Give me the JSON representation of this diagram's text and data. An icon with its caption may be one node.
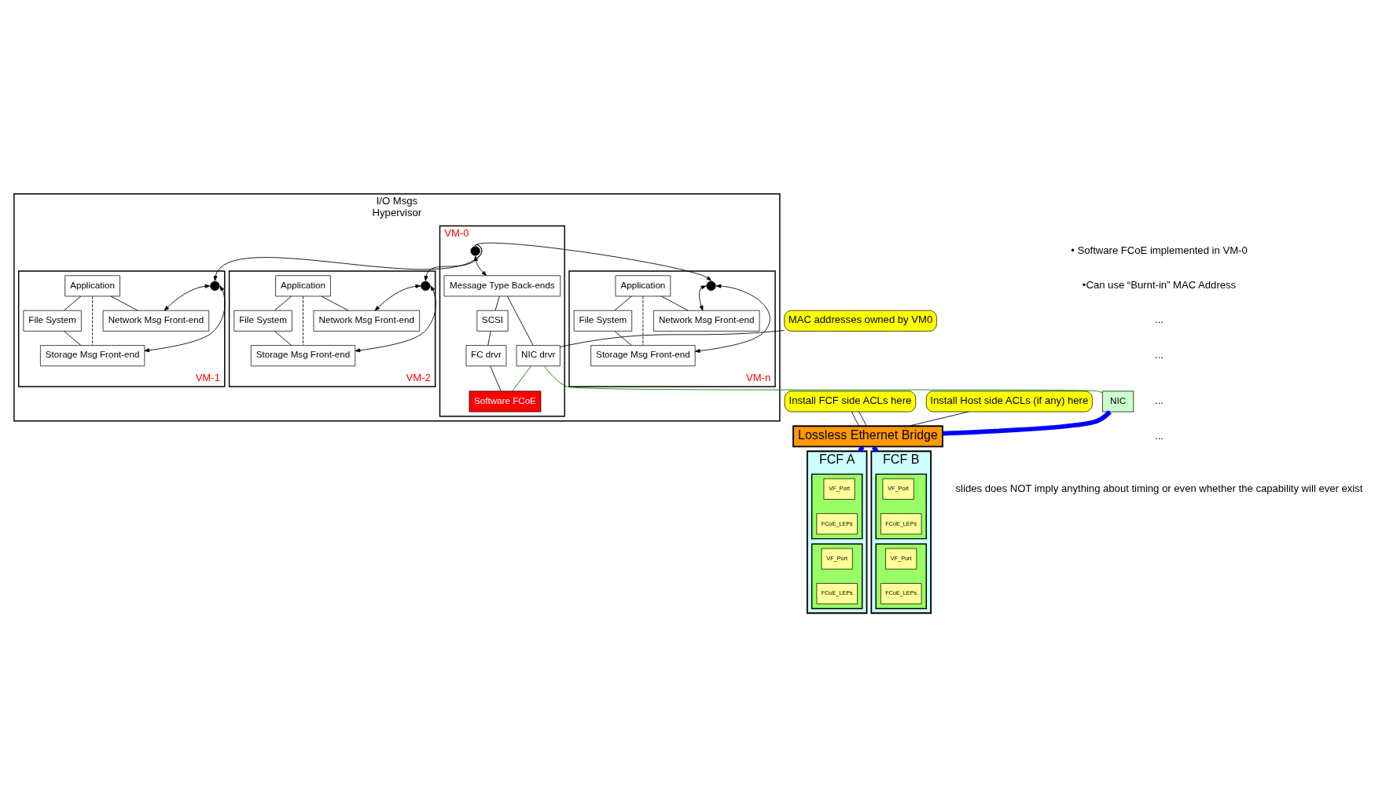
{
  "diagram": {
    "nodes": [
      {
        "text": [
          "I/O Msgs",
          "Hypervisor"
        ]
      },
      {
        "text": [
          "VM-0"
        ],
        "in": 0
      },
      {
        "text": [],
        "shape": "point",
        "in": 1
      },
      {
        "text": [
          "Message Type Back-ends"
        ],
        "in": 1
      },
      {
        "text": [
          "SCSI"
        ],
        "in": 1
      },
      {
        "text": [
          "FC drvr"
        ],
        "in": 1
      },
      {
        "text": [
          "NIC drvr"
        ],
        "in": 1
      },
      {
        "text": [
          "Software FCoE"
        ],
        "in": 1
      },
      {
        "text": [
          "VM-1"
        ],
        "in": 0
      },
      {
        "text": [],
        "shape": "point",
        "in": 8
      },
      {
        "text": [
          "Application"
        ],
        "in": 8
      },
      {
        "text": [
          "File System"
        ],
        "in": 8
      },
      {
        "text": [
          "Network Msg Front-end"
        ],
        "in": 8
      },
      {
        "text": [
          "Storage Msg Front-end"
        ],
        "in": 8
      },
      {
        "text": [
          "VM-2"
        ],
        "in": 0
      },
      {
        "text": [],
        "shape": "point",
        "in": 14
      },
      {
        "text": [
          "Application"
        ],
        "in": 14
      },
      {
        "text": [
          "File System"
        ],
        "in": 14
      },
      {
        "text": [
          "Network Msg Front-end"
        ],
        "in": 14
      },
      {
        "text": [
          "Storage Msg Front-end"
        ],
        "in": 14
      },
      {
        "text": [
          "VM-n"
        ],
        "in": 0
      },
      {
        "text": [],
        "shape": "point",
        "in": 20
      },
      {
        "text": [
          "Application"
        ],
        "in": 20
      },
      {
        "text": [
          "File System"
        ],
        "in": 20
      },
      {
        "text": [
          "Network Msg Front-end"
        ],
        "in": 20
      },
      {
        "text": [
          "Storage Msg Front-end"
        ],
        "in": 20
      },
      {
        "text": [
          "NIC"
        ]
      },
      {
        "text": [
          "MAC addresses owned by VM0"
        ]
      },
      {
        "text": [
          "FCF A"
        ]
      },
      {
        "text": [],
        "shape": "box",
        "in": 28
      },
      {
        "text": [
          "VF_Port"
        ],
        "in": 29
      },
      {
        "text": [
          "FCoE_LEPs"
        ],
        "in": 29
      },
      {
        "text": [],
        "shape": "box",
        "in": 28
      },
      {
        "text": [
          "VF_Port"
        ],
        "in": 32
      },
      {
        "text": [
          "FCoE_LEPs"
        ],
        "in": 32
      },
      {
        "text": [
          "Install FCF side ACLs here"
        ]
      },
      {
        "text": [
          "Lossless Ethernet Bridge"
        ]
      },
      {
        "text": [
          "Install Host side ACLs (if any) here"
        ]
      },
      {
        "text": [
          "FCF B"
        ]
      },
      {
        "text": [],
        "shape": "box",
        "in": 38
      },
      {
        "text": [
          "VF_Port"
        ],
        "in": 39
      },
      {
        "text": [
          "FCoE_LEPs"
        ],
        "in": 39
      },
      {
        "text": [],
        "shape": "box",
        "in": 38
      },
      {
        "text": [
          "VF_Port"
        ],
        "in": 42
      },
      {
        "text": [
          "FCoE_LEPs"
        ],
        "in": 42
      }
    ],
    "edges": [
      {
        "from": 2,
        "to": 3,
        "arrow": "both"
      },
      {
        "from": 2,
        "to": 9,
        "arrow": "to"
      },
      {
        "from": 2,
        "to": 15,
        "arrow": "to"
      },
      {
        "from": 2,
        "to": 21,
        "arrow": "to"
      },
      {
        "from": 3,
        "to": 4,
        "arrow": "none"
      },
      {
        "from": 3,
        "to": 6,
        "arrow": "none"
      },
      {
        "from": 4,
        "to": 5,
        "arrow": "none"
      },
      {
        "from": 5,
        "to": 7,
        "arrow": "none"
      },
      {
        "from": 6,
        "to": 7,
        "arrow": "none",
        "color": "#008000"
      },
      {
        "from": 9,
        "to": 12,
        "arrow": "both"
      },
      {
        "from": 9,
        "to": 13,
        "arrow": "both"
      },
      {
        "from": 10,
        "to": 12,
        "arrow": "none"
      },
      {
        "from": 10,
        "to": 11,
        "arrow": "none"
      },
      {
        "from": 10,
        "to": 13,
        "arrow": "none",
        "style": "dashed"
      },
      {
        "from": 11,
        "to": 13,
        "arrow": "none"
      },
      {
        "from": 15,
        "to": 18,
        "arrow": "both"
      },
      {
        "from": 15,
        "to": 19,
        "arrow": "both"
      },
      {
        "from": 16,
        "to": 18,
        "arrow": "none"
      },
      {
        "from": 16,
        "to": 17,
        "arrow": "none"
      },
      {
        "from": 16,
        "to": 19,
        "arrow": "none",
        "style": "dashed"
      },
      {
        "from": 17,
        "to": 19,
        "arrow": "none"
      },
      {
        "from": 21,
        "to": 24,
        "arrow": "both"
      },
      {
        "from": 21,
        "to": 25,
        "arrow": "both"
      },
      {
        "from": 22,
        "to": 24,
        "arrow": "none"
      },
      {
        "from": 22,
        "to": 23,
        "arrow": "none"
      },
      {
        "from": 22,
        "to": 25,
        "arrow": "none",
        "style": "dashed"
      },
      {
        "from": 23,
        "to": 25,
        "arrow": "none"
      },
      {
        "from": 6,
        "to": 26,
        "arrow": "none",
        "color": "#008000"
      },
      {
        "from": 27,
        "to": 6,
        "arrow": "none"
      },
      {
        "from": 26,
        "to": 36,
        "arrow": "none",
        "style": "thick",
        "color": "#0000ff"
      },
      {
        "from": 37,
        "to": 36,
        "arrow": "none"
      },
      {
        "from": 35,
        "to": 36,
        "arrow": "none"
      },
      {
        "from": 35,
        "to": 36,
        "arrow": "none"
      },
      {
        "from": 36,
        "to": 28,
        "arrow": "none",
        "style": "thick",
        "color": "#0000ff"
      },
      {
        "from": 36,
        "to": 38,
        "arrow": "none",
        "style": "thick",
        "color": "#0000ff"
      }
    ],
    "labels": [
      "• Software FCoE implemented in VM-0",
      "•Can use “Burnt-in” MAC Address",
      "...",
      "...",
      "...",
      "...",
      "slides does NOT imply anything about timing or even whether the capability will ever exist"
    ]
  }
}
